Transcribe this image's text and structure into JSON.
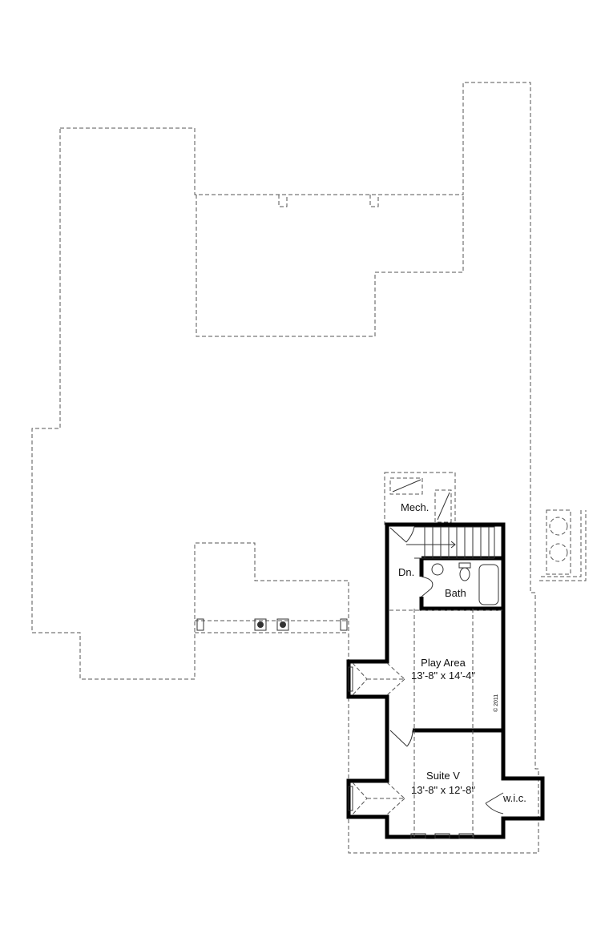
{
  "plan": {
    "rooms": [
      {
        "name": "Mech.",
        "dims": ""
      },
      {
        "name": "Dn.",
        "dims": ""
      },
      {
        "name": "Bath",
        "dims": ""
      },
      {
        "name": "Play Area",
        "dims": "13'-8\" x 14'-4\""
      },
      {
        "name": "Suite V",
        "dims": "13'-8\" x 12'-8\""
      },
      {
        "name": "w.i.c.",
        "dims": ""
      }
    ],
    "copyright": "© 2011"
  }
}
